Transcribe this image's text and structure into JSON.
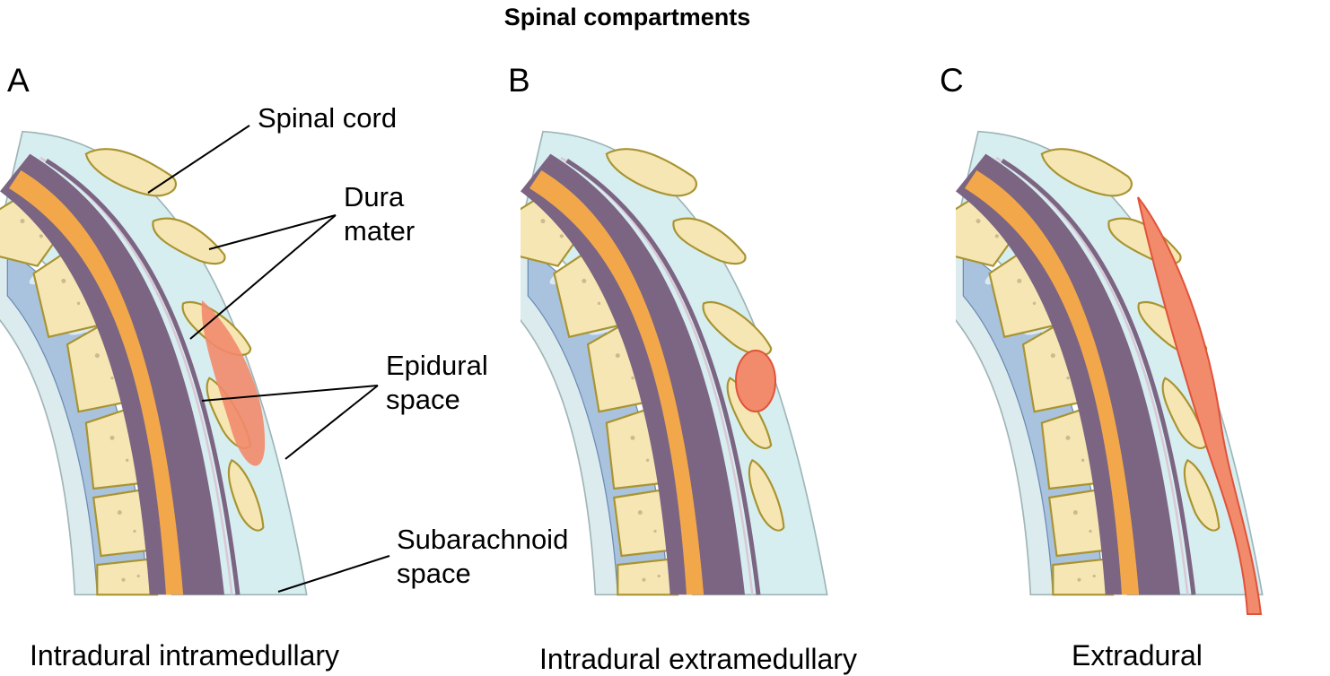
{
  "title": "Spinal compartments",
  "panels": [
    {
      "letter": "A",
      "caption": "Intradural intramedullary"
    },
    {
      "letter": "B",
      "caption": "Intradural extramedullary"
    },
    {
      "letter": "C",
      "caption": "Extradural"
    }
  ],
  "labels": {
    "spinal_cord": "Spinal cord",
    "dura_mater": [
      "Dura",
      "mater"
    ],
    "epidural_space": [
      "Epidural",
      "space"
    ],
    "subarachnoid_space": [
      "Subarachnoid",
      "space"
    ]
  },
  "colors": {
    "spinal_cord": "#f2a84a",
    "dura_mater": "#7b6583",
    "epidural_fat": "#d7eef0",
    "bone": "#f6e6b4",
    "disc": "#a9c3df",
    "lesion": "#f28a6c"
  }
}
